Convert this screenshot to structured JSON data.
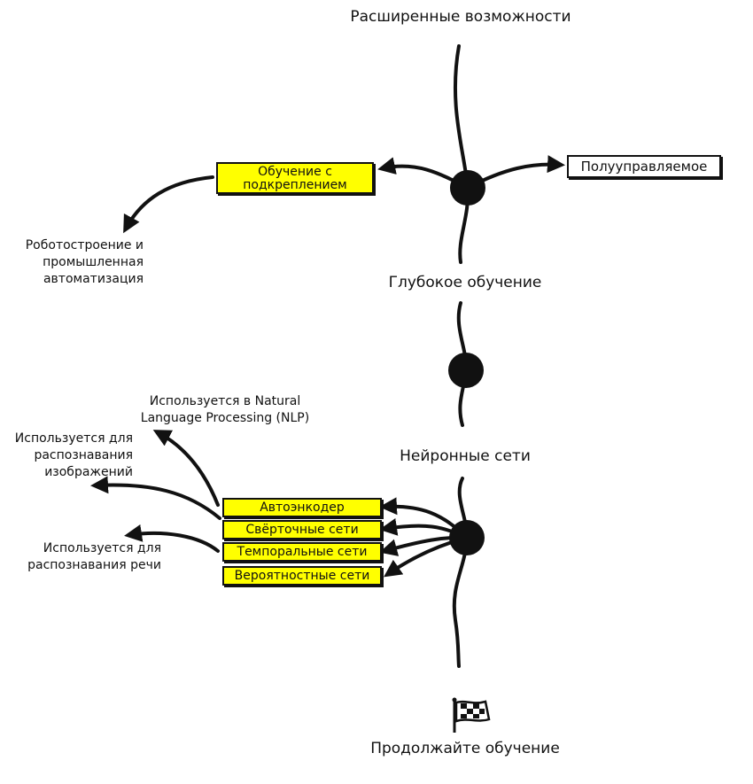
{
  "colors": {
    "highlight": "#ffff00",
    "ink": "#111111",
    "background": "#ffffff"
  },
  "top_title": "Расширенные возможности",
  "stage1": {
    "left_box": "Обучение с подкреплением",
    "right_box": "Полууправляемое",
    "note": "Роботостроение и промышленная автоматизация",
    "label": "Глубокое обучение"
  },
  "stage2": {
    "label": "Нейронные сети",
    "boxes": [
      "Автоэнкодер",
      "Свёрточные  сети",
      "Темпоральные сети",
      "Вероятностные сети"
    ],
    "notes": {
      "nlp": "Используется в Natural Language Processing (NLP)",
      "image": "Используется для распознавания изображений",
      "speech": "Используется для распознавания речи"
    }
  },
  "finish": {
    "icon": "checkered-flag-icon",
    "label": "Продолжайте обучение"
  }
}
